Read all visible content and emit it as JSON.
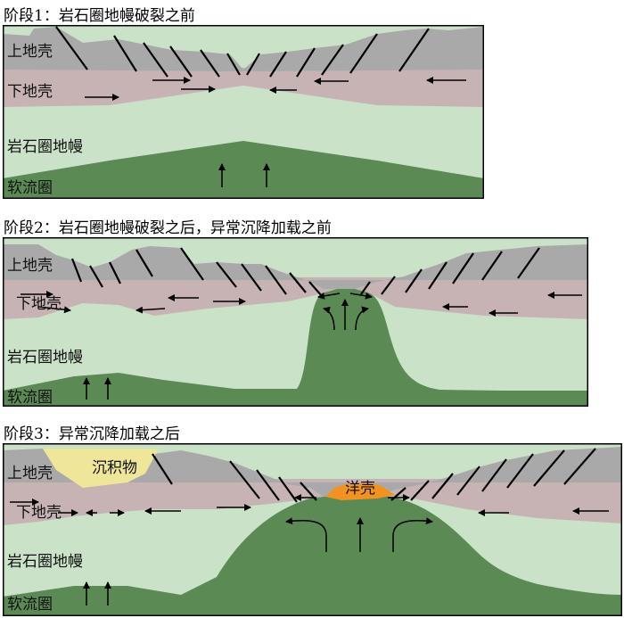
{
  "stages": [
    {
      "title": "阶段1：岩石圈地幔破裂之前",
      "labels": {
        "upper_crust": "上地壳",
        "lower_crust": "下地壳",
        "mantle": "岩石圈地幔",
        "asthenosphere": "软流圈"
      }
    },
    {
      "title": "阶段2：岩石圈地幔破裂之后，异常沉降加载之前",
      "labels": {
        "upper_crust": "上地壳",
        "lower_crust": "下地壳",
        "mantle": "岩石圈地幔",
        "asthenosphere": "软流圈"
      }
    },
    {
      "title": "阶段3：异常沉降加载之后",
      "labels": {
        "upper_crust": "上地壳",
        "lower_crust": "下地壳",
        "mantle": "岩石圈地幔",
        "asthenosphere": "软流圈",
        "sediment": "沉积物",
        "oceanic_crust": "洋壳"
      }
    }
  ],
  "colors": {
    "upper_crust": "#a9a9a9",
    "lower_crust": "#c7b3b4",
    "lithospheric_mantle": "#c9e2c8",
    "asthenosphere": "#5b8a54",
    "sediment": "#efe69a",
    "oceanic_crust": "#f29220"
  }
}
